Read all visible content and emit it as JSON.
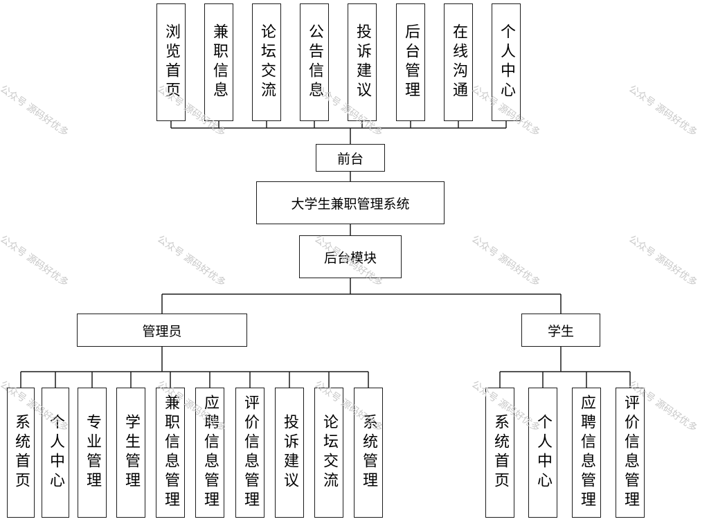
{
  "watermark": "公众号 源码好优多",
  "front": {
    "label": "前台",
    "items": [
      {
        "label": "浏览首页"
      },
      {
        "label": "兼职信息"
      },
      {
        "label": "论坛交流"
      },
      {
        "label": "公告信息"
      },
      {
        "label": "投诉建议"
      },
      {
        "label": "后台管理"
      },
      {
        "label": "在线沟通"
      },
      {
        "label": "个人中心"
      }
    ]
  },
  "system": {
    "label": "大学生兼职管理系统"
  },
  "backend": {
    "label": "后台模块"
  },
  "admin": {
    "label": "管理员",
    "items": [
      {
        "label": "系统首页"
      },
      {
        "label": "个人中心"
      },
      {
        "label": "专业管理"
      },
      {
        "label": "学生管理"
      },
      {
        "label": "兼职信息管理"
      },
      {
        "label": "应聘信息管理"
      },
      {
        "label": "评价信息管理"
      },
      {
        "label": "投诉建议"
      },
      {
        "label": "论坛交流"
      },
      {
        "label": "系统管理"
      }
    ]
  },
  "student": {
    "label": "学生",
    "items": [
      {
        "label": "系统首页"
      },
      {
        "label": "个人中心"
      },
      {
        "label": "应聘信息管理"
      },
      {
        "label": "评价信息管理"
      }
    ]
  },
  "colors": {
    "line": "#1a1a1a",
    "box_border": "#1a1a1a",
    "watermark": "#c8c8c8"
  }
}
